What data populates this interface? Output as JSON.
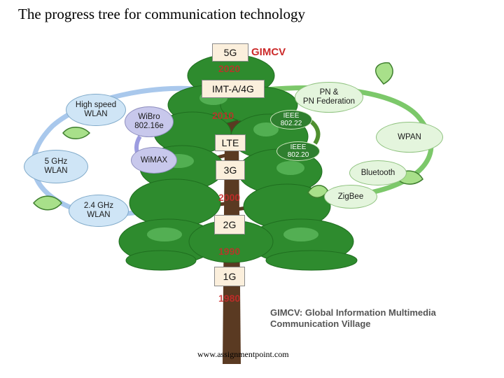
{
  "title": "The progress tree for communication technology",
  "generations": [
    "5G",
    "IMT-A/4G",
    "LTE",
    "3G",
    "2G",
    "1G"
  ],
  "gimcv_tag": "GIMCV",
  "years": [
    "2020",
    "2010",
    "2000",
    "1990",
    "1980"
  ],
  "left_nodes": {
    "high_speed_wlan": [
      "High speed",
      "WLAN"
    ],
    "wibro": [
      "WiBro",
      "802.16e"
    ],
    "wimax": [
      "WiMAX"
    ],
    "ghz5_wlan": [
      "5 GHz",
      "WLAN"
    ],
    "ghz24_wlan": [
      "2.4 GHz",
      "WLAN"
    ]
  },
  "right_nodes": {
    "pn_federation": [
      "PN &",
      "PN Federation"
    ],
    "ieee_80222": [
      "IEEE",
      "802.22"
    ],
    "ieee_80220": [
      "IEEE",
      "802.20"
    ],
    "wpan": [
      "WPAN"
    ],
    "bluetooth": [
      "Bluetooth"
    ],
    "zigbee": [
      "ZigBee"
    ]
  },
  "legend": [
    "GIMCV: Global Information Multimedia",
    "Communication Village"
  ],
  "footer": "www.assignmentpoint.com",
  "colors": {
    "foliage": "#2e8b2e",
    "foliage_light": "#5cb85c",
    "trunk": "#5a3a22",
    "year_red": "#cc2a2a",
    "left_ring": "#a9c8ec",
    "right_ring": "#7cc86a"
  }
}
